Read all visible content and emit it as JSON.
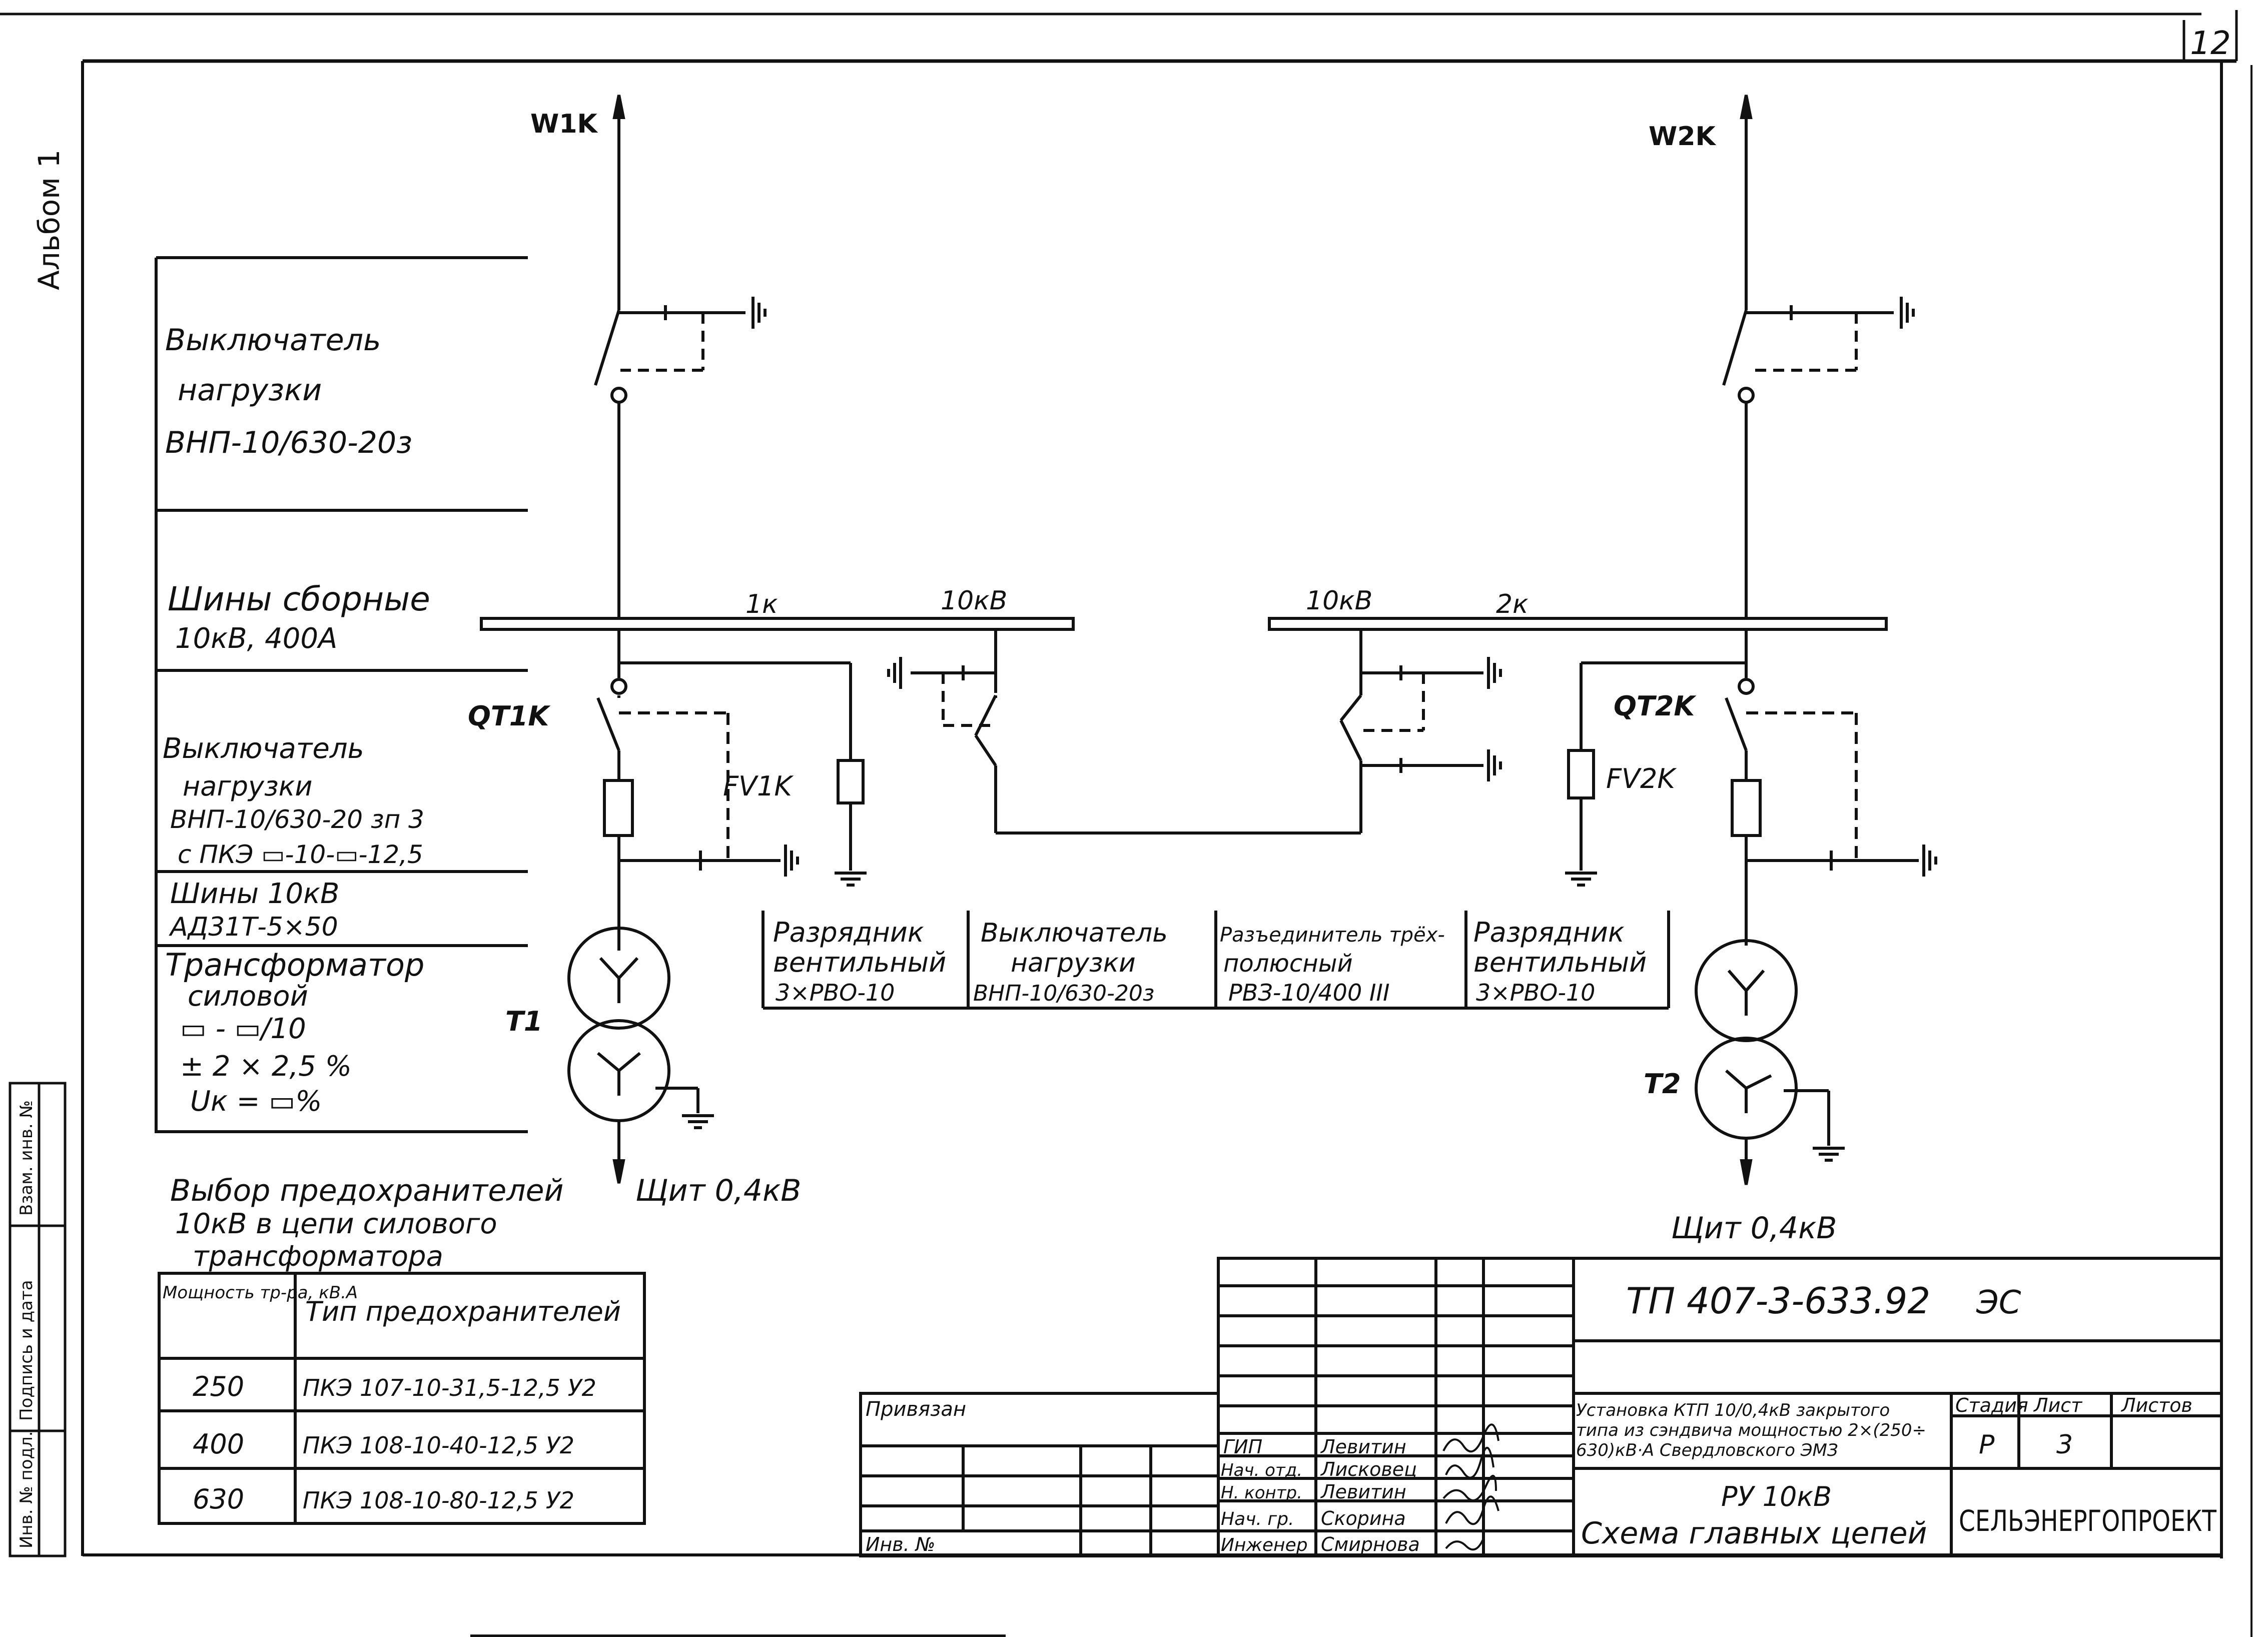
{
  "sheet_number": "12",
  "album_label": "Альбом 1",
  "margin_stamp": [
    "Инв. № подл.",
    "Подпись и дата",
    "Взам. инв. №"
  ],
  "feeders": {
    "left": "W1K",
    "right": "W2K"
  },
  "labels": {
    "bus_1": "1к",
    "bus_1_voltage": "10кВ",
    "bus_2": "2к",
    "bus_2_voltage": "10кВ",
    "qt1": "QT1K",
    "qt2": "QT2K",
    "fv1": "FV1K",
    "fv2": "FV2K",
    "t1": "T1",
    "t2": "T2",
    "shield_left": "Щит 0,4кВ",
    "shield_right": "Щит 0,4кВ"
  },
  "legend": {
    "load_switch": [
      "Выключатель",
      "нагрузки",
      "ВНП-10/630-20з"
    ],
    "busbars": [
      "Шины сборные",
      "10кВ, 400А"
    ],
    "switch_fuse": [
      "Выключатель",
      "нагрузки",
      "ВНП-10/630-20 зп 3",
      "с ПКЭ ▭-10-▭-12,5"
    ],
    "bus_10kv": [
      "Шины 10кВ",
      "АД31Т-5×50"
    ],
    "transformer": [
      "Трансформатор",
      "силовой",
      "▭ - ▭/10",
      "± 2 × 2,5 %",
      "Uк = ▭%"
    ]
  },
  "equipment_table": [
    [
      "Разрядник",
      "вентильный",
      "3×РВО-10"
    ],
    [
      "Выключатель",
      "нагрузки",
      "ВНП-10/630-20з"
    ],
    [
      "Разъединитель трёх-",
      "полюсный",
      "РВЗ-10/400 III"
    ],
    [
      "Разрядник",
      "вентильный",
      "3×РВО-10"
    ]
  ],
  "fuse_selection": {
    "title": [
      "Выбор предохранителей",
      "10кВ в цепи силового",
      "трансформатора"
    ],
    "headers": [
      "Мощность тр-ра, кВ.А",
      "Тип предохранителей"
    ],
    "rows": [
      [
        "250",
        "ПКЭ 107-10-31,5-12,5 У2"
      ],
      [
        "400",
        "ПКЭ 108-10-40-12,5 У2"
      ],
      [
        "630",
        "ПКЭ 108-10-80-12,5 У2"
      ]
    ]
  },
  "title_block": {
    "designation": "ТП 407-3-633.92",
    "code": "ЭС",
    "project": [
      "Установка КТП 10/0,4кВ закрытого",
      "типа из сэндвича мощностью 2×(250÷",
      "630)кВ·А Свердловского ЭМЗ"
    ],
    "drawing_title": [
      "РУ 10кВ",
      "Схема главных цепей"
    ],
    "headers": {
      "stage": "Стадия",
      "sheet": "Лист",
      "sheets": "Листов"
    },
    "stage": "Р",
    "sheet": "3",
    "sheets": "",
    "organization": "СЕЛЬЭНЕРГОПРОЕКТ",
    "attached": "Привязан",
    "inv_no": "Инв. №",
    "signatures": [
      {
        "role": "ГИП",
        "name": "Левитин"
      },
      {
        "role": "Нач. отд.",
        "name": "Лисковец"
      },
      {
        "role": "Н. контр.",
        "name": "Левитин"
      },
      {
        "role": "Нач. гр.",
        "name": "Скорина"
      },
      {
        "role": "Инженер",
        "name": "Смирнова"
      }
    ]
  }
}
